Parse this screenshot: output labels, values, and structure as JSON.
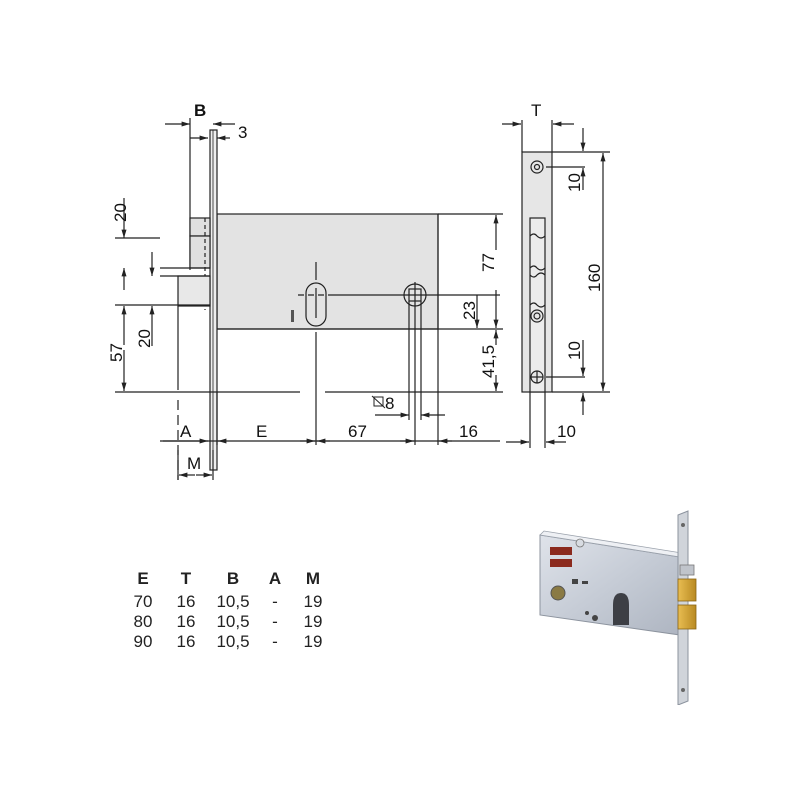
{
  "drawing": {
    "labels": {
      "B": "B",
      "three": "3",
      "T": "T",
      "twenty_top": "20",
      "twenty_mid": "20",
      "fifty_seven": "57",
      "seventy_seven": "77",
      "twenty_three": "23",
      "forty_one_five": "41,5",
      "one_sixty": "160",
      "ten_top": "10",
      "ten_bottom": "10",
      "ten_width": "10",
      "square_eight": "8",
      "A": "A",
      "E": "E",
      "sixty_seven": "67",
      "sixteen": "16",
      "M": "M"
    },
    "colors": {
      "line": "#222222",
      "body_fill": "#e3e3e3",
      "faceplate_fill": "#e6e6e6"
    }
  },
  "spec_table": {
    "headers": [
      "E",
      "T",
      "B",
      "A",
      "M"
    ],
    "rows": [
      [
        "70",
        "16",
        "10,5",
        "-",
        "19"
      ],
      [
        "80",
        "16",
        "10,5",
        "-",
        "19"
      ],
      [
        "90",
        "16",
        "10,5",
        "-",
        "19"
      ]
    ]
  },
  "product_photo": {
    "subject": "mortise-lock-photo",
    "colors": {
      "steel": "#c9ced6",
      "brass": "#d4a437",
      "red_label": "#8b2a1e"
    }
  }
}
